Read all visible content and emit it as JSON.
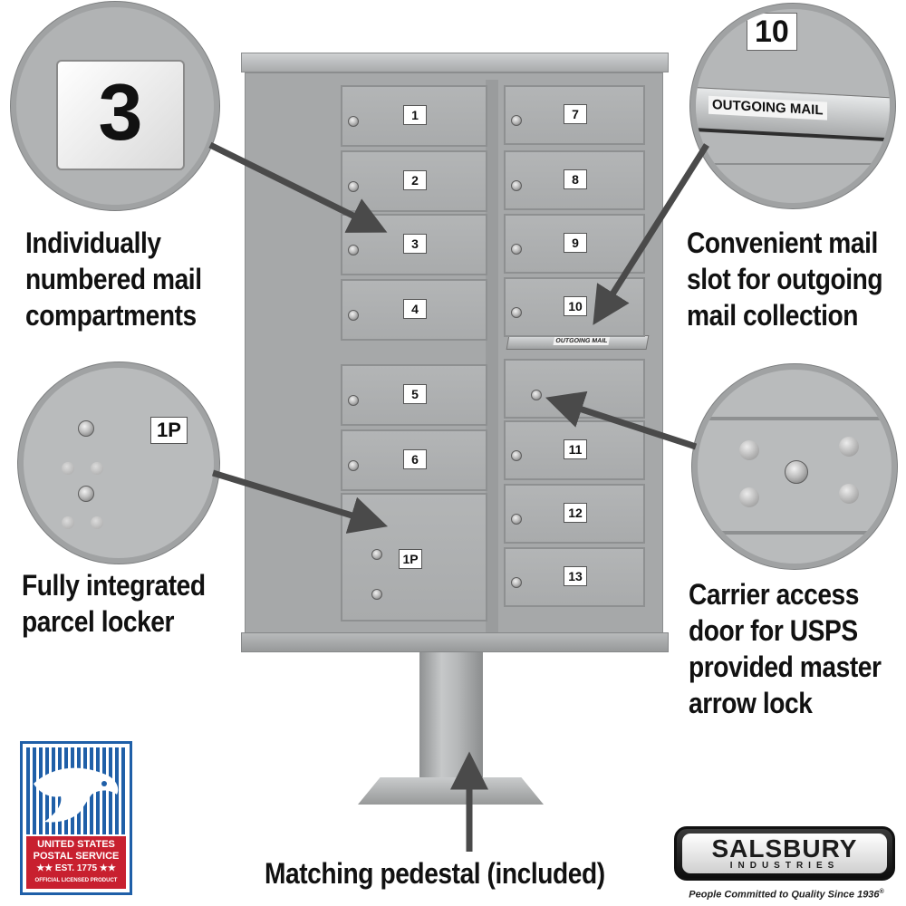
{
  "captions": {
    "numbered": [
      "Individually",
      "numbered mail",
      "compartments"
    ],
    "parcel": [
      "Fully integrated",
      "parcel locker"
    ],
    "slot": [
      "Convenient mail",
      "slot for outgoing",
      "mail collection"
    ],
    "carrier": [
      "Carrier access",
      "door for USPS",
      "provided master",
      "arrow lock"
    ],
    "pedestal": "Matching pedestal (included)"
  },
  "compartments_left": [
    "1",
    "2",
    "3",
    "4",
    "5",
    "6"
  ],
  "compartments_right": [
    "7",
    "8",
    "9",
    "10",
    "11",
    "12",
    "13"
  ],
  "parcel_label": "1P",
  "outgoing_label": "OUTGOING MAIL",
  "zoom": {
    "number": "3",
    "parcel": "1P",
    "slot_number": "10",
    "slot_label": "OUTGOING MAIL"
  },
  "usps_logo": {
    "line1": "UNITED STATES",
    "line2": "POSTAL SERVICE",
    "line3": "★★ EST. 1775 ★★",
    "line4": "OFFICIAL LICENSED PRODUCT"
  },
  "salsbury": {
    "name": "SALSBURY",
    "sub": "INDUSTRIES",
    "tagline": "People Committed to Quality Since 1936"
  },
  "colors": {
    "unit_gray": "#adafb0",
    "usps_blue": "#1f5fa8",
    "usps_red": "#c8202f"
  }
}
